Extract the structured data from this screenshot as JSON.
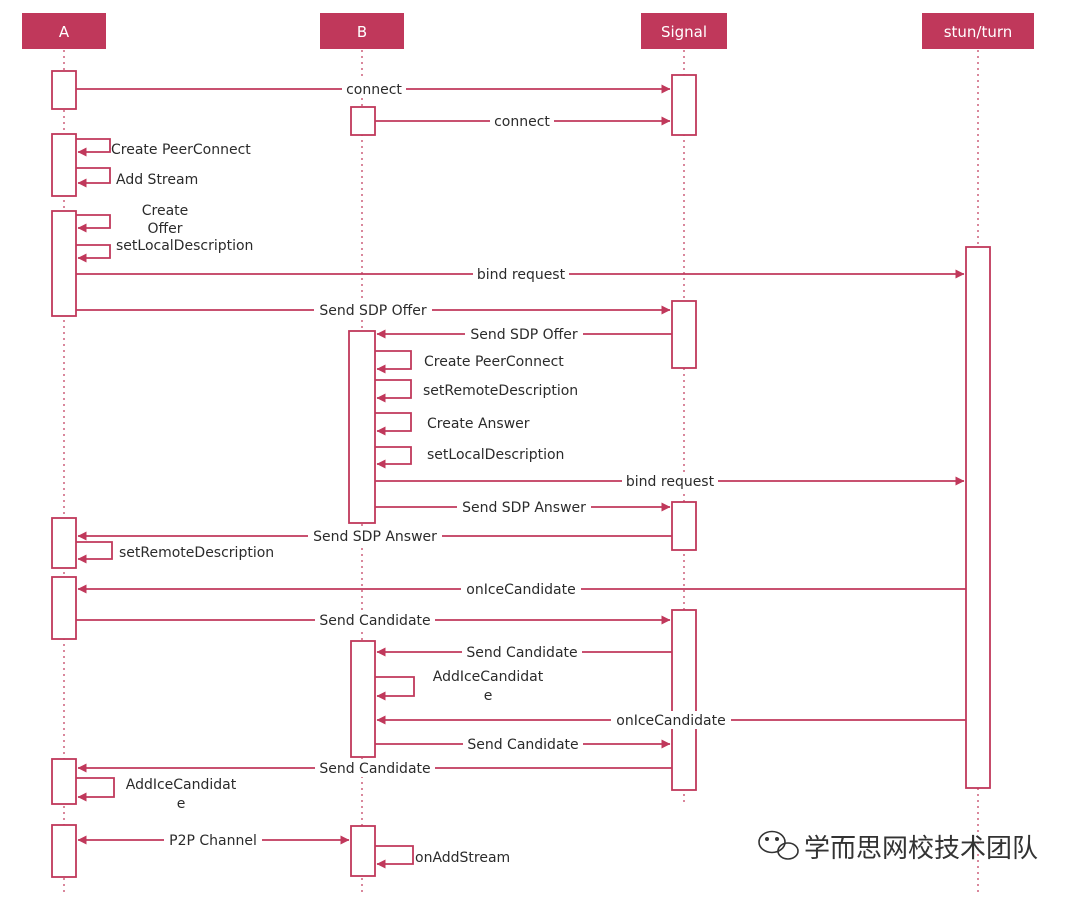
{
  "colors": {
    "accent": "#c0385b",
    "lifeline": "#c0385b",
    "text": "#2b2b2b",
    "box_fill": "#ffffff",
    "header_text": "#ffffff",
    "watermark": "#333333"
  },
  "participants": [
    {
      "id": "A",
      "label": "A"
    },
    {
      "id": "B",
      "label": "B"
    },
    {
      "id": "Signal",
      "label": "Signal"
    },
    {
      "id": "StunTurn",
      "label": "stun/turn"
    }
  ],
  "messages": {
    "m01": "connect",
    "m02": "connect",
    "m03": "Create PeerConnect",
    "m04": "Add Stream",
    "m05a": "Create",
    "m05b": "Offer",
    "m06": "setLocalDescription",
    "m07": "bind request",
    "m08": "Send SDP Offer",
    "m09": "Send SDP Offer",
    "m10": "Create PeerConnect",
    "m11": "setRemoteDescription",
    "m12": "Create Answer",
    "m13": "setLocalDescription",
    "m14": "bind request",
    "m15": "Send SDP Answer",
    "m16": "Send SDP Answer",
    "m17": "setRemoteDescription",
    "m18": "onIceCandidate",
    "m19": "Send Candidate",
    "m20": "Send Candidate",
    "m21a": "AddIceCandidat",
    "m21b": "e",
    "m22": "onIceCandidate",
    "m23": "Send Candidate",
    "m24": "Send Candidate",
    "m25a": "AddIceCandidat",
    "m25b": "e",
    "m26": "P2P Channel",
    "m27": "onAddStream"
  },
  "watermark": {
    "icon": "wechat-icon",
    "text": "学而思网校技术团队"
  }
}
